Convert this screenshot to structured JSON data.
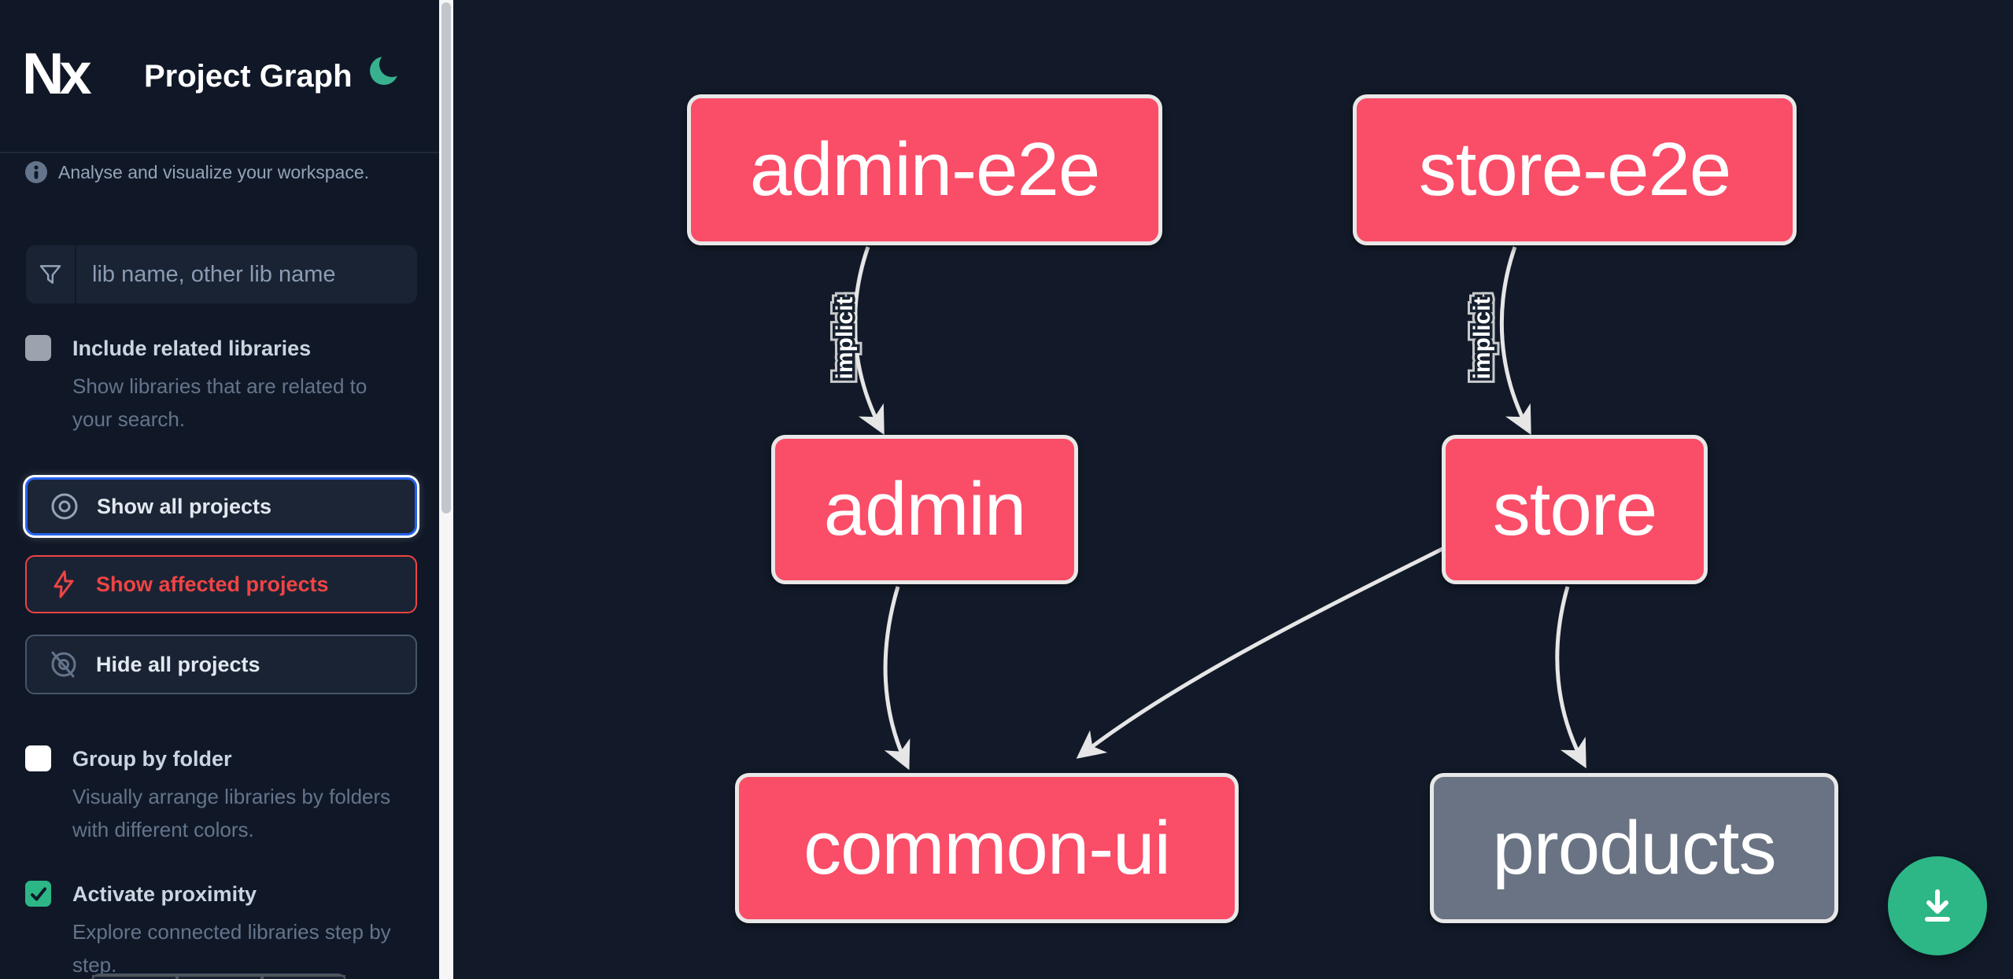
{
  "header": {
    "logo_text": "Nx",
    "title": "Project Graph",
    "theme_icon": "moon"
  },
  "info": {
    "text": "Analyse and visualize your workspace."
  },
  "search": {
    "placeholder": "lib name, other lib name",
    "value": ""
  },
  "filters": {
    "include_related": {
      "label": "Include related libraries",
      "description": "Show libraries that are related to your search.",
      "checked": false
    },
    "group_by_folder": {
      "label": "Group by folder",
      "description": "Visually arrange libraries by folders with different colors.",
      "checked": false
    },
    "activate_proximity": {
      "label": "Activate proximity",
      "description": "Explore connected libraries step by step.",
      "checked": true
    }
  },
  "actions": {
    "show_all": {
      "label": "Show all projects",
      "icon": "eye-icon",
      "selected": true
    },
    "show_affected": {
      "label": "Show affected projects",
      "icon": "bolt-icon",
      "selected": false
    },
    "hide_all": {
      "label": "Hide all projects",
      "icon": "eye-off-icon",
      "selected": false
    }
  },
  "graph": {
    "nodes": [
      {
        "id": "admin-e2e",
        "label": "admin-e2e",
        "color": "pink"
      },
      {
        "id": "store-e2e",
        "label": "store-e2e",
        "color": "pink"
      },
      {
        "id": "admin",
        "label": "admin",
        "color": "pink"
      },
      {
        "id": "store",
        "label": "store",
        "color": "pink"
      },
      {
        "id": "common-ui",
        "label": "common-ui",
        "color": "pink"
      },
      {
        "id": "products",
        "label": "products",
        "color": "gray"
      }
    ],
    "edges": [
      {
        "from": "admin-e2e",
        "to": "admin",
        "label": "implicit"
      },
      {
        "from": "store-e2e",
        "to": "store",
        "label": "implicit"
      },
      {
        "from": "admin",
        "to": "common-ui",
        "label": ""
      },
      {
        "from": "store",
        "to": "common-ui",
        "label": ""
      },
      {
        "from": "store",
        "to": "products",
        "label": ""
      }
    ]
  },
  "download": {
    "icon": "download-icon"
  },
  "colors": {
    "node_affected_pink": "#fa4d68",
    "node_default_gray": "#6a7383",
    "node_border": "#e8e8e8",
    "edge": "#e6e6e6",
    "accent_green": "#2db686",
    "accent_blue": "#2563eb",
    "accent_red": "#ef4444",
    "sidebar_bg": "#101827",
    "canvas_bg": "#121a29"
  }
}
